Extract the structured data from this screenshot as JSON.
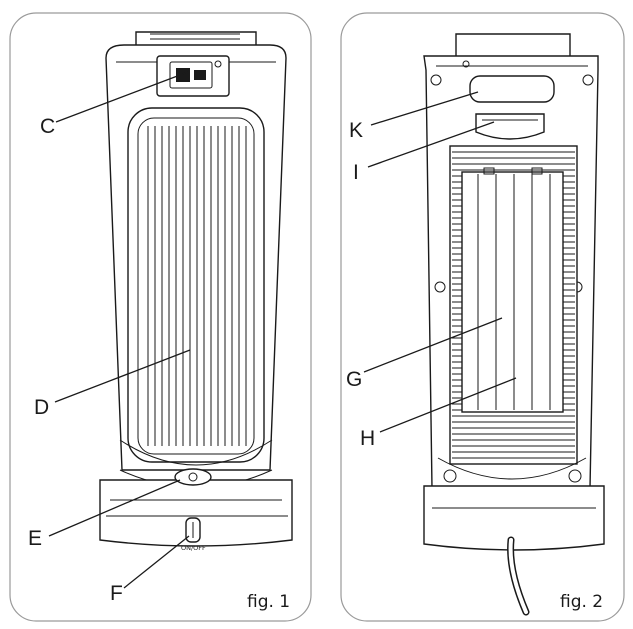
{
  "figure_1": {
    "caption": "fig. 1",
    "labels": {
      "c": "C",
      "d": "D",
      "e": "E",
      "f": "F"
    },
    "switch_text": "ON/OFF"
  },
  "figure_2": {
    "caption": "fig. 2",
    "labels": {
      "k": "K",
      "i": "I",
      "g": "G",
      "h": "H"
    }
  }
}
